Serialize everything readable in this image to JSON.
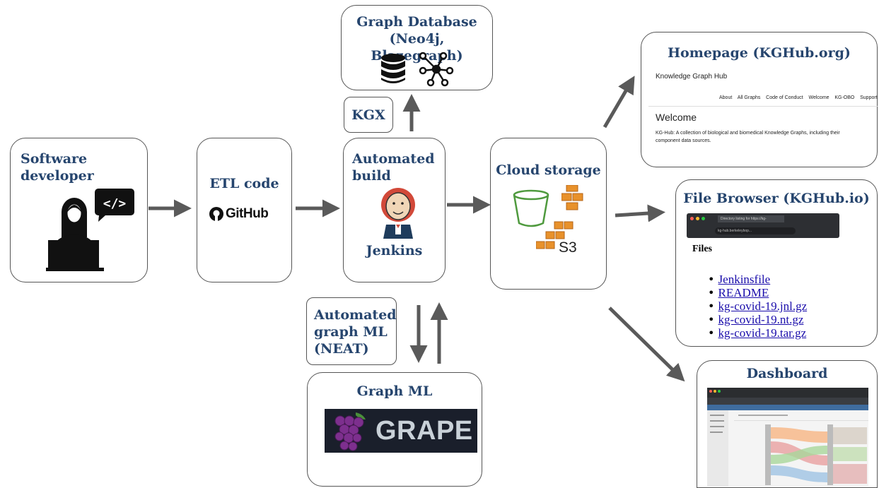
{
  "nodes": {
    "developer": {
      "title_l1": "Software",
      "title_l2": "developer"
    },
    "etl": {
      "title": "ETL code",
      "logo_text": "GitHub"
    },
    "build": {
      "title_l1": "Automated",
      "title_l2": "build",
      "logo_label": "Jenkins"
    },
    "kgx": {
      "label": "KGX"
    },
    "graphdb": {
      "title_l1": "Graph Database",
      "title_l2": "(Neo4j, Blazegraph)"
    },
    "neat": {
      "line1": "Automated",
      "line2": "graph ML",
      "line3": "(NEAT)"
    },
    "graphml": {
      "title": "Graph ML",
      "logo_text": "GRAPE"
    },
    "cloud": {
      "title": "Cloud storage",
      "logo_text": "S3"
    },
    "homepage": {
      "title": "Homepage (KGHub.org)",
      "site_name": "Knowledge Graph Hub",
      "nav": [
        "About",
        "All Graphs",
        "Code of Conduct",
        "Welcome",
        "KG-OBO",
        "Support"
      ],
      "heading": "Welcome",
      "body_l1": "KG-Hub: A collection of biological and biomedical Knowledge Graphs, including their",
      "body_l2": "component data sources."
    },
    "filebrowser": {
      "title": "File Browser (KGHub.io)",
      "tab_text": "Directory listing for https://kg-",
      "url_text": "kg-hub.berkeleybop...",
      "heading": "Files",
      "files": [
        "Jenkinsfile",
        "README",
        "kg-covid-19.jnl.gz",
        "kg-covid-19.nt.gz",
        "kg-covid-19.tar.gz"
      ]
    },
    "dashboard": {
      "title": "Dashboard"
    }
  },
  "colors": {
    "title": "#26456e",
    "arrow": "#5a5a5a",
    "border": "#555555",
    "grape_bg": "#1a1f2b",
    "grape_purple": "#7d2f8e",
    "aws_orange": "#e8912b",
    "bucket_green": "#4f9a3e"
  }
}
